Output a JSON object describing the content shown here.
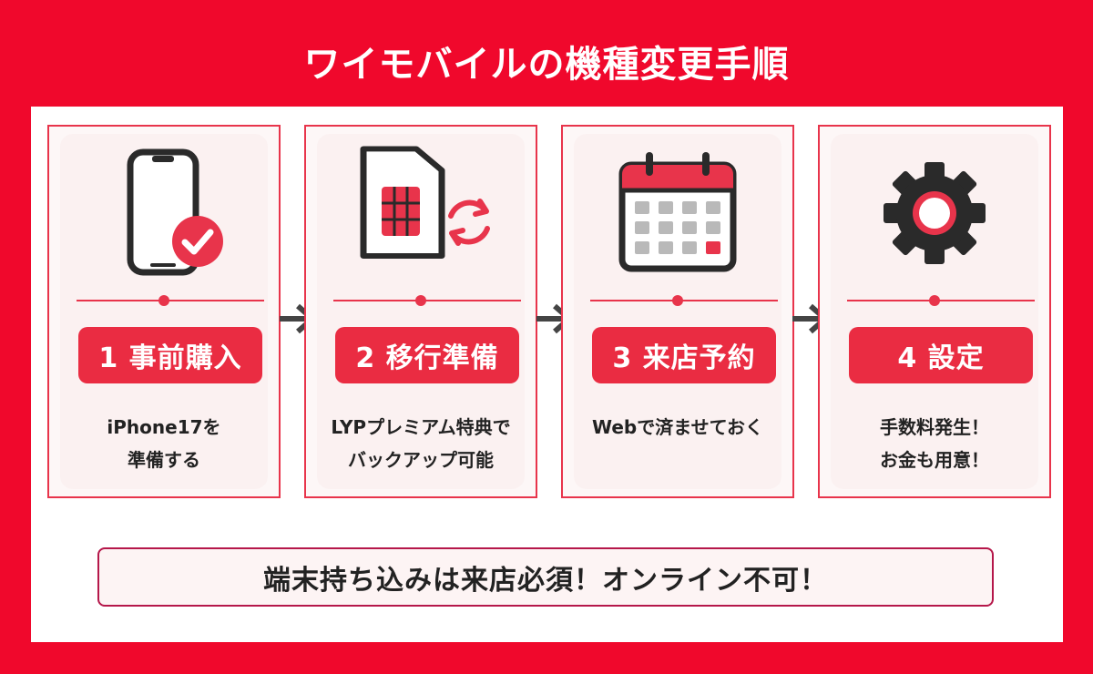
{
  "title": "ワイモバイルの機種変更手順",
  "steps": [
    {
      "label": "1 事前購入",
      "desc": [
        "iPhone17を",
        "準備する"
      ],
      "icon": "phone-check-icon"
    },
    {
      "label": "2 移行準備",
      "desc": [
        "LYPプレミアム特典で",
        "バックアップ可能"
      ],
      "icon": "sim-sync-icon"
    },
    {
      "label": "3 来店予約",
      "desc": [
        "Webで済ませておく"
      ],
      "icon": "calendar-icon"
    },
    {
      "label": "4 設定",
      "desc": [
        "手数料発生！",
        "お金も用意！"
      ],
      "icon": "gear-icon"
    }
  ],
  "notice": "端末持ち込みは来店必須！オンライン不可！",
  "colors": {
    "brand": "#f0082c",
    "accent": "#e8344b",
    "dark": "#2a2a2a",
    "grey": "#b9b9b9"
  }
}
